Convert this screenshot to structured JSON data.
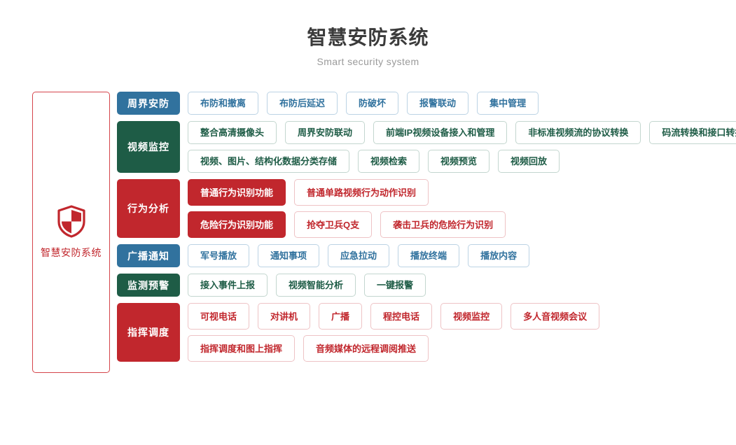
{
  "header": {
    "title": "智慧安防系统",
    "subtitle": "Smart security system"
  },
  "brand": {
    "icon": "shield-icon",
    "label": "智慧安防系统",
    "color": "#c1272d"
  },
  "colors": {
    "blue": "#31729e",
    "green": "#1e5c46",
    "red": "#c1272d",
    "title": "#3b3b3b",
    "subtitle": "#9a9a9a"
  },
  "categories": [
    {
      "label": "周界安防",
      "theme": "blue",
      "lines": [
        [
          {
            "label": "布防和撤离",
            "style": "outline"
          },
          {
            "label": "布防后延迟",
            "style": "outline"
          },
          {
            "label": "防破坏",
            "style": "outline"
          },
          {
            "label": "报警联动",
            "style": "outline"
          },
          {
            "label": "集中管理",
            "style": "outline"
          }
        ]
      ]
    },
    {
      "label": "视频监控",
      "theme": "green",
      "lines": [
        [
          {
            "label": "整合高清摄像头",
            "style": "outline"
          },
          {
            "label": "周界安防联动",
            "style": "outline"
          },
          {
            "label": "前端IP视频设备接入和管理",
            "style": "outline"
          },
          {
            "label": "非标准视频流的协议转换",
            "style": "outline"
          },
          {
            "label": "码流转换和接口转换",
            "style": "outline"
          }
        ],
        [
          {
            "label": "视频、图片、结构化数据分类存储",
            "style": "outline"
          },
          {
            "label": "视频检索",
            "style": "outline"
          },
          {
            "label": "视频预览",
            "style": "outline"
          },
          {
            "label": "视频回放",
            "style": "outline"
          }
        ]
      ]
    },
    {
      "label": "行为分析",
      "theme": "red",
      "lines": [
        [
          {
            "label": "普通行为识别功能",
            "style": "solid"
          },
          {
            "label": "普通单路视频行为动作识别",
            "style": "outline"
          }
        ],
        [
          {
            "label": "危险行为识别功能",
            "style": "solid"
          },
          {
            "label": "抢夺卫兵Q支",
            "style": "outline"
          },
          {
            "label": "袭击卫兵的危险行为识别",
            "style": "outline"
          }
        ]
      ]
    },
    {
      "label": "广播通知",
      "theme": "blue",
      "lines": [
        [
          {
            "label": "军号播放",
            "style": "outline"
          },
          {
            "label": "通知事项",
            "style": "outline"
          },
          {
            "label": "应急拉动",
            "style": "outline"
          },
          {
            "label": "播放终端",
            "style": "outline"
          },
          {
            "label": "播放内容",
            "style": "outline"
          }
        ]
      ]
    },
    {
      "label": "监测预警",
      "theme": "green",
      "lines": [
        [
          {
            "label": "接入事件上报",
            "style": "outline"
          },
          {
            "label": "视频智能分析",
            "style": "outline"
          },
          {
            "label": "一键报警",
            "style": "outline"
          }
        ]
      ]
    },
    {
      "label": "指挥调度",
      "theme": "red",
      "lines": [
        [
          {
            "label": "可视电话",
            "style": "outline"
          },
          {
            "label": "对讲机",
            "style": "outline"
          },
          {
            "label": "广播",
            "style": "outline"
          },
          {
            "label": "程控电话",
            "style": "outline"
          },
          {
            "label": "视频监控",
            "style": "outline"
          },
          {
            "label": "多人音视频会议",
            "style": "outline"
          }
        ],
        [
          {
            "label": "指挥调度和图上指挥",
            "style": "outline"
          },
          {
            "label": "音频媒体的远程调阅推送",
            "style": "outline"
          }
        ]
      ]
    }
  ]
}
